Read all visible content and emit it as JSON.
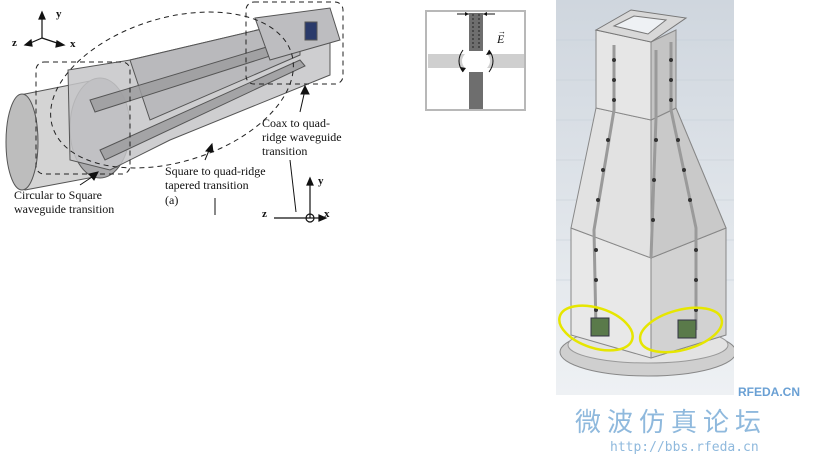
{
  "left_figure": {
    "axes_top": {
      "y": "y",
      "z": "z",
      "x": "x"
    },
    "axes_bottom": {
      "y": "y",
      "z": "z",
      "x": "x"
    },
    "labels": {
      "coax": "Coax to quad-\nridge waveguide\ntransition",
      "square_quad": "Square to quad-ridge\ntapered transition",
      "circular_square": "Circular to Square\nwaveguide transition",
      "panel": "(a)"
    }
  },
  "middle_figure": {
    "field_label": "E"
  },
  "watermark": {
    "logo": "RFEDA.CN",
    "chinese": "微波仿真论坛",
    "url": "http://bbs.rfeda.cn"
  },
  "colors": {
    "highlight": "#e6e600",
    "body_gray": "#c7c7c9",
    "connector_green": "#5a7a4a"
  }
}
